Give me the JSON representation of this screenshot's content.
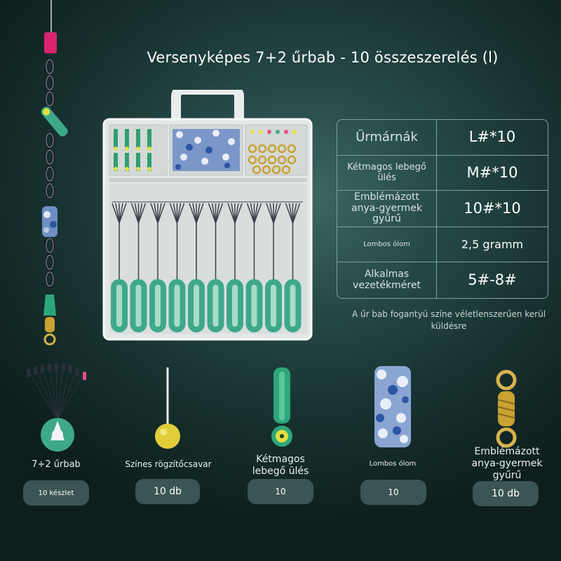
{
  "title": "Versenyképes 7+2 űrbab - 10 összeszerelés (l)",
  "spec_table": {
    "rows": [
      {
        "label": "Űrmárnák",
        "value": "L#*10"
      },
      {
        "label": "Kétmagos lebegő ülés",
        "value": "M#*10"
      },
      {
        "label": "Emblémázott anya-gyermek gyűrű",
        "value": "10#*10"
      },
      {
        "label": "Lombos ólom",
        "value": "2,5 gramm"
      },
      {
        "label": "Alkalmas vezetékméret",
        "value": "5#-8#"
      }
    ]
  },
  "note": "A űr bab fogantyú színe véletlenszerűen kerül küldésre",
  "items": [
    {
      "label": "7+2 űrbab",
      "count": "10 készlet"
    },
    {
      "label": "Színes rögzítőcsavar",
      "count": "10 db"
    },
    {
      "label": "Kétmagos lebegő ülés",
      "count": "10"
    },
    {
      "label": "Lombos ólom",
      "count": "10"
    },
    {
      "label": "Emblémázott anya-gyermek gyűrű",
      "count": "10 db"
    }
  ],
  "colors": {
    "accent_green": "#3ea98a",
    "pill_bg": "#3a5553",
    "border": "#7fa19d"
  },
  "icons": [
    "fishing-rig-icon",
    "tackle-box-icon",
    "float-rig-icon",
    "pin-screw-icon",
    "float-seat-icon",
    "camo-sinker-icon",
    "swivel-icon"
  ]
}
